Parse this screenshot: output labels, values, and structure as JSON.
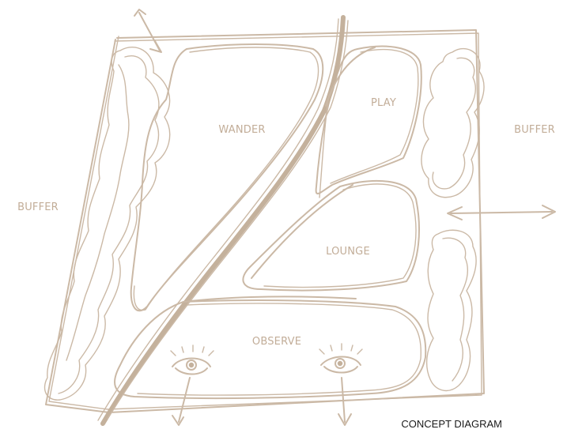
{
  "labels": {
    "wander": "WANDER",
    "play": "PLAY",
    "lounge": "LOUNGE",
    "observe": "OBSERVE",
    "buffer_left": "BUFFER",
    "buffer_right": "BUFFER"
  },
  "caption": "CONCEPT DIAGRAM",
  "colors": {
    "sketch": "#cbb9a6",
    "caption": "#1a1a1a"
  },
  "icons": [
    "eye-icon",
    "eye-icon",
    "arrow-icon",
    "hedge-icon"
  ]
}
